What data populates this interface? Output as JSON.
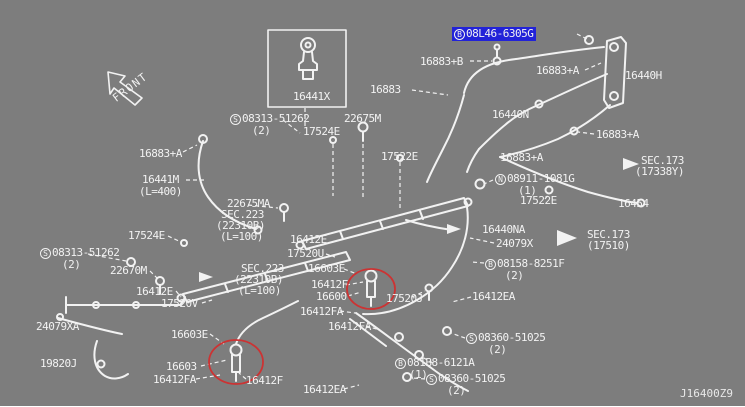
{
  "colors": {
    "bg": "#7d7d7d",
    "line": "#f2f2f2",
    "hl": "#2222d8",
    "red": "#cc3333"
  },
  "front_label": "FRONT",
  "labels": {
    "hl": {
      "prefix": "B",
      "text": "08L46-6305G"
    },
    "l16883b": {
      "text": "16883+B"
    },
    "l16883a1": {
      "text": "16883+A"
    },
    "l16440h": {
      "text": "16440H"
    },
    "l16883": {
      "text": "16883"
    },
    "l16441x": {
      "text": "16441X"
    },
    "l16440n": {
      "text": "16440N"
    },
    "s08313a": {
      "prefix": "S",
      "text": "08313-51262"
    },
    "s08313a_q": {
      "text": "(2)"
    },
    "l22675m": {
      "text": "22675M"
    },
    "l17524e1": {
      "text": "17524E"
    },
    "l17522e1": {
      "text": "17522E"
    },
    "l16883a2": {
      "text": "16883+A"
    },
    "l16883a3": {
      "text": "16883+A"
    },
    "l16883a4": {
      "text": "16883+A"
    },
    "sec173a1": {
      "text": "SEC.173"
    },
    "sec173a2": {
      "text": "(17338Y)"
    },
    "n08911": {
      "prefix": "N",
      "text": "08911-1081G"
    },
    "n08911_q": {
      "text": "(1)"
    },
    "l16441m": {
      "text": "16441M"
    },
    "l16441m_b": {
      "text": "(L=400)"
    },
    "l22675ma": {
      "text": "22675MA"
    },
    "sec223a1": {
      "text": "SEC.223"
    },
    "sec223a2": {
      "text": "(22310B)"
    },
    "sec223a3": {
      "text": "(L=100)"
    },
    "l17522e2": {
      "text": "17522E"
    },
    "l16454": {
      "text": "16454"
    },
    "l16440na": {
      "text": "16440NA"
    },
    "l24079x": {
      "text": "24079X"
    },
    "sec173b1": {
      "text": "SEC.173"
    },
    "sec173b2": {
      "text": "(17510)"
    },
    "l17524e2": {
      "text": "17524E"
    },
    "s08313b": {
      "prefix": "S",
      "text": "08313-51262"
    },
    "s08313b_q": {
      "text": "(2)"
    },
    "l16412e1": {
      "text": "16412E"
    },
    "l17520u": {
      "text": "17520U"
    },
    "l16603e1": {
      "text": "16603E"
    },
    "b08158": {
      "prefix": "B",
      "text": "08158-8251F"
    },
    "b08158_q": {
      "text": "(2)"
    },
    "l22670m": {
      "text": "22670M"
    },
    "sec223b1": {
      "text": "SEC.223"
    },
    "sec223b2": {
      "text": "(22310B)"
    },
    "sec223b3": {
      "text": "(L=100)"
    },
    "l16412e2": {
      "text": "16412E"
    },
    "l16412f1": {
      "text": "16412F"
    },
    "l16600": {
      "text": "16600"
    },
    "l17520v": {
      "text": "17520V"
    },
    "l17520j": {
      "text": "17520J"
    },
    "l16412ea1": {
      "text": "16412EA"
    },
    "l16412fa1": {
      "text": "16412FA"
    },
    "l24079xa": {
      "text": "24079XA"
    },
    "l16603e2": {
      "text": "16603E"
    },
    "l16412fa2": {
      "text": "16412FA"
    },
    "l19820j": {
      "text": "19820J"
    },
    "l16603": {
      "text": "16603"
    },
    "l16412fa3": {
      "text": "16412FA"
    },
    "l16412f2": {
      "text": "16412F"
    },
    "l16412ea2": {
      "text": "16412EA"
    },
    "s08360a": {
      "prefix": "S",
      "text": "08360-51025"
    },
    "s08360a_q": {
      "text": "(2)"
    },
    "b081b8": {
      "prefix": "B",
      "text": "081B8-6121A"
    },
    "b081b8_q": {
      "text": "(1)"
    },
    "s08360b": {
      "prefix": "S",
      "text": "08360-51025"
    },
    "s08360b_q": {
      "text": "(2)"
    },
    "code": {
      "text": "J16400Z9"
    }
  }
}
